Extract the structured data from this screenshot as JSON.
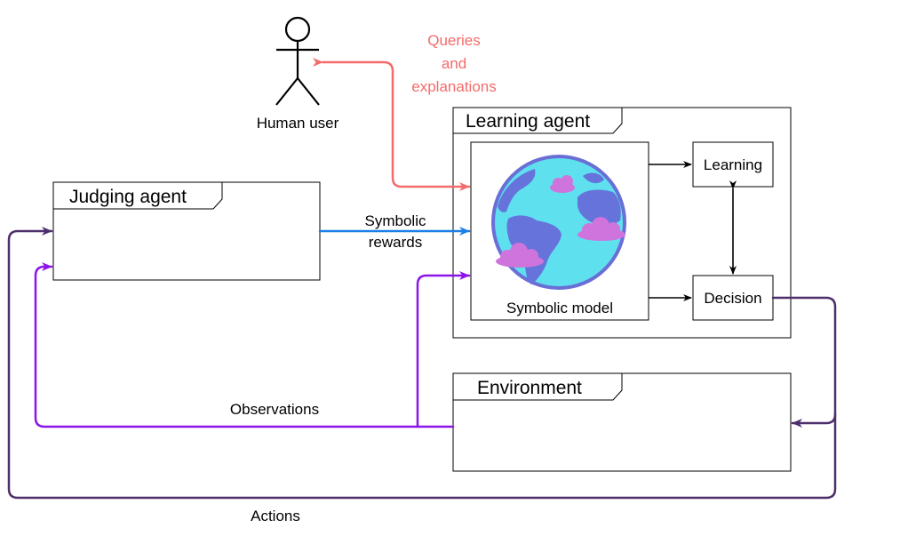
{
  "actor": {
    "label": "Human user"
  },
  "frames": {
    "learning_agent": "Learning agent",
    "judging_agent": "Judging agent",
    "environment": "Environment"
  },
  "nodes": {
    "symbolic_model": "Symbolic model",
    "learning": "Learning",
    "decision": "Decision"
  },
  "edges": {
    "queries": [
      "Queries",
      "and",
      "explanations"
    ],
    "symbolic_rewards": [
      "Symbolic",
      "rewards"
    ],
    "observations": "Observations",
    "actions": "Actions"
  },
  "colors": {
    "queries": "#f36b6b",
    "rewards": "#1a7fe6",
    "observations": "#8b14e8",
    "actions": "#4d2f6b",
    "globe_ocean": "#5ee0ef",
    "globe_land": "#6673db",
    "globe_cloud": "#cf74dc"
  },
  "icons": {
    "globe": "globe-icon",
    "actor": "stick-figure-icon"
  }
}
